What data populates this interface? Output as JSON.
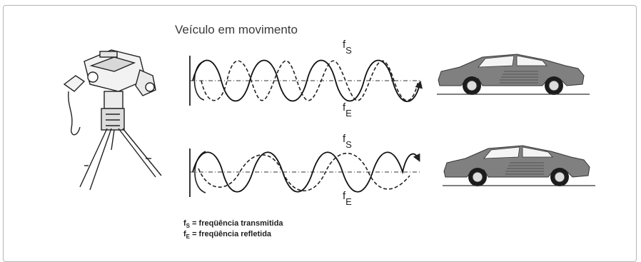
{
  "title": "Veículo em movimento",
  "wave_labels": {
    "top_s": {
      "f": "f",
      "sub": "S"
    },
    "top_e": {
      "f": "f",
      "sub": "E"
    },
    "bottom_s": {
      "f": "f",
      "sub": "S"
    },
    "bottom_e": {
      "f": "f",
      "sub": "E"
    }
  },
  "legend": {
    "s": {
      "f": "f",
      "sub": "S",
      "text": " = freqüência transmitida"
    },
    "e": {
      "f": "f",
      "sub": "E",
      "text": " = freqüência refletida"
    }
  },
  "colors": {
    "ink": "#222222",
    "car_body": "#7a7a7a",
    "frame": "#b5b5b5"
  }
}
